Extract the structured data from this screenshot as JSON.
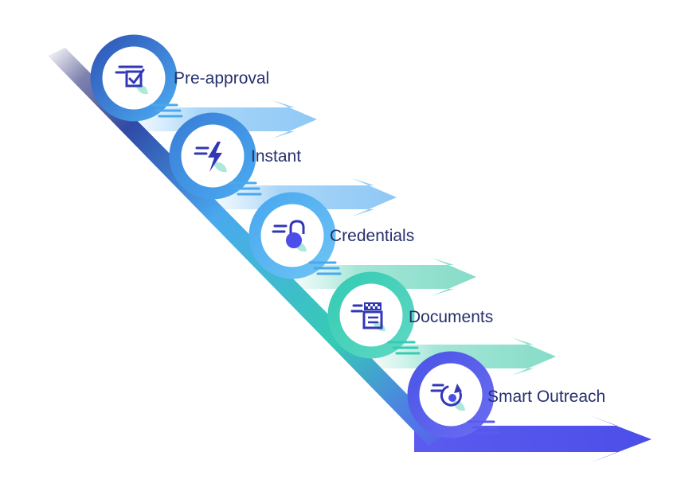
{
  "steps": [
    {
      "label": "Pre-approval",
      "icon": "checklist-icon",
      "color": "#4aa8ef"
    },
    {
      "label": "Instant",
      "icon": "lightning-bolt-icon",
      "color": "#4aa8ef"
    },
    {
      "label": "Credentials",
      "icon": "padlock-icon",
      "color": "#4aa8ef"
    },
    {
      "label": "Documents",
      "icon": "document-stack-icon",
      "color": "#36cbb4"
    },
    {
      "label": "Smart Outreach",
      "icon": "outreach-icon",
      "color": "#5b5bef"
    }
  ],
  "colors": {
    "navy": "#2a2f78",
    "sky": "#4aa8ef",
    "teal": "#36cbb4",
    "violet": "#5b5bef",
    "icon": "#3237b8"
  }
}
